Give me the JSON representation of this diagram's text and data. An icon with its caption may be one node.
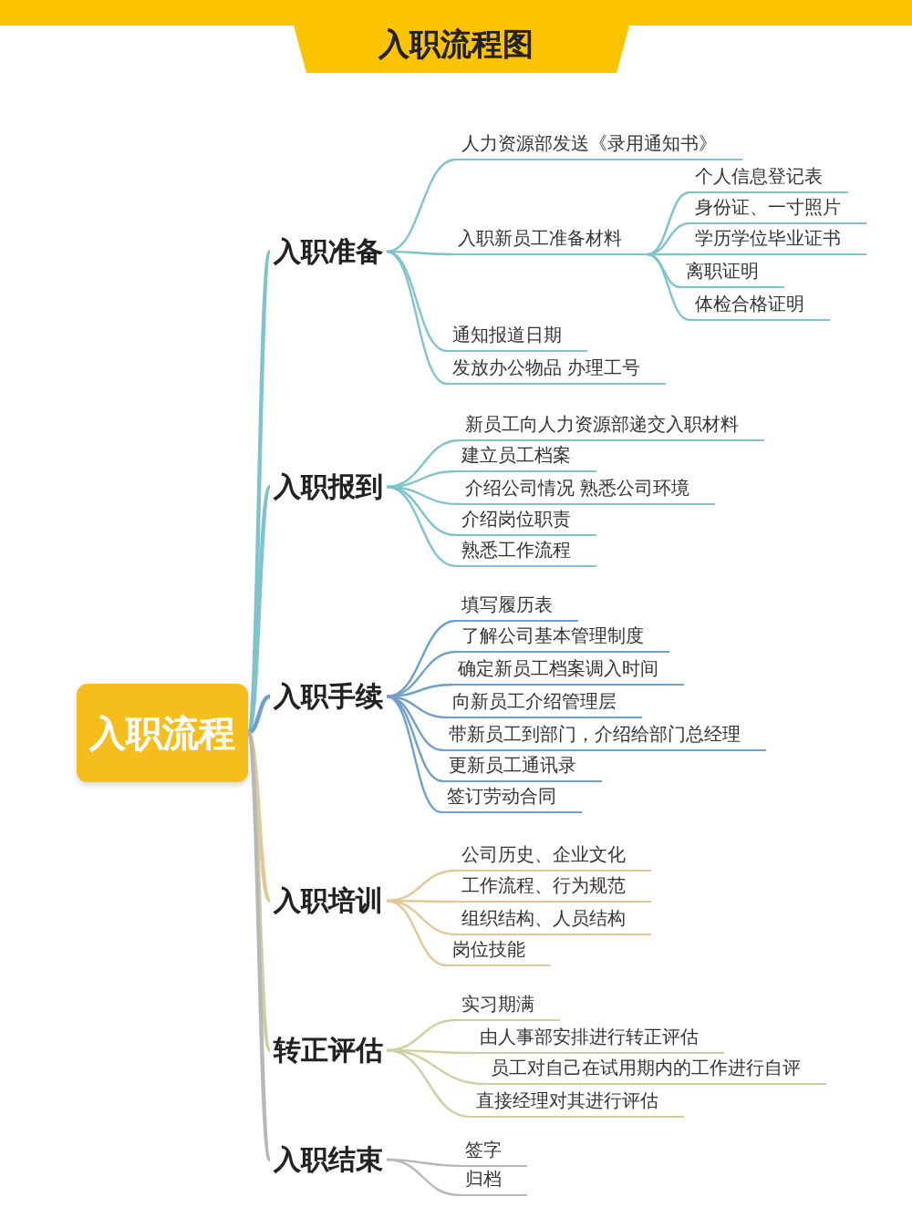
{
  "diagram": {
    "title": "入职流程图",
    "nodes": [
      {
        "text": [
          "入职流程"
        ]
      },
      {
        "text": [
          "入职准备"
        ]
      },
      {
        "text": [
          "人力资源部发送《录用通知书》"
        ]
      },
      {
        "text": [
          "入职新员工准备材料"
        ]
      },
      {
        "text": [
          "个人信息登记表"
        ]
      },
      {
        "text": [
          "身份证、一寸照片"
        ]
      },
      {
        "text": [
          "学历学位毕业证书"
        ]
      },
      {
        "text": [
          "离职证明"
        ]
      },
      {
        "text": [
          "体检合格证明"
        ]
      },
      {
        "text": [
          "通知报道日期"
        ]
      },
      {
        "text": [
          "发放办公物品 办理工号"
        ]
      },
      {
        "text": [
          "入职报到"
        ]
      },
      {
        "text": [
          "新员工向人力资源部递交入职材料"
        ]
      },
      {
        "text": [
          "建立员工档案"
        ]
      },
      {
        "text": [
          "介绍公司情况 熟悉公司环境"
        ]
      },
      {
        "text": [
          "介绍岗位职责"
        ]
      },
      {
        "text": [
          "熟悉工作流程"
        ]
      },
      {
        "text": [
          "入职手续"
        ]
      },
      {
        "text": [
          "填写履历表"
        ]
      },
      {
        "text": [
          "了解公司基本管理制度"
        ]
      },
      {
        "text": [
          "确定新员工档案调入时间"
        ]
      },
      {
        "text": [
          "向新员工介绍管理层"
        ]
      },
      {
        "text": [
          "带新员工到部门，介绍给部门总经理"
        ]
      },
      {
        "text": [
          "更新员工通讯录"
        ]
      },
      {
        "text": [
          "签订劳动合同"
        ]
      },
      {
        "text": [
          "入职培训"
        ]
      },
      {
        "text": [
          "公司历史、企业文化"
        ]
      },
      {
        "text": [
          "工作流程、行为规范"
        ]
      },
      {
        "text": [
          "组织结构、人员结构"
        ]
      },
      {
        "text": [
          "岗位技能"
        ]
      },
      {
        "text": [
          "转正评估"
        ]
      },
      {
        "text": [
          "实习期满"
        ]
      },
      {
        "text": [
          "由人事部安排进行转正评估"
        ]
      },
      {
        "text": [
          "员工对自己在试用期内的工作进行自评"
        ]
      },
      {
        "text": [
          "直接经理对其进行评估"
        ]
      },
      {
        "text": [
          "入职结束"
        ]
      },
      {
        "text": [
          "签字"
        ]
      },
      {
        "text": [
          "归档"
        ]
      }
    ],
    "edges": [
      {
        "from": 0,
        "to": 1,
        "arrow": "none"
      },
      {
        "from": 1,
        "to": 2,
        "arrow": "none"
      },
      {
        "from": 1,
        "to": 3,
        "arrow": "none"
      },
      {
        "from": 3,
        "to": 4,
        "arrow": "none"
      },
      {
        "from": 3,
        "to": 5,
        "arrow": "none"
      },
      {
        "from": 3,
        "to": 6,
        "arrow": "none"
      },
      {
        "from": 3,
        "to": 7,
        "arrow": "none"
      },
      {
        "from": 3,
        "to": 8,
        "arrow": "none"
      },
      {
        "from": 1,
        "to": 9,
        "arrow": "none"
      },
      {
        "from": 1,
        "to": 10,
        "arrow": "none"
      },
      {
        "from": 0,
        "to": 11,
        "arrow": "none"
      },
      {
        "from": 11,
        "to": 12,
        "arrow": "none"
      },
      {
        "from": 11,
        "to": 13,
        "arrow": "none"
      },
      {
        "from": 11,
        "to": 14,
        "arrow": "none"
      },
      {
        "from": 11,
        "to": 15,
        "arrow": "none"
      },
      {
        "from": 11,
        "to": 16,
        "arrow": "none"
      },
      {
        "from": 0,
        "to": 17,
        "arrow": "none",
        "color": "#6f9fcc"
      },
      {
        "from": 17,
        "to": 18,
        "arrow": "none",
        "color": "#6f9fcc"
      },
      {
        "from": 17,
        "to": 19,
        "arrow": "none",
        "color": "#6f9fcc"
      },
      {
        "from": 17,
        "to": 20,
        "arrow": "none",
        "color": "#6f9fcc"
      },
      {
        "from": 17,
        "to": 21,
        "arrow": "none",
        "color": "#6f9fcc"
      },
      {
        "from": 17,
        "to": 22,
        "arrow": "none",
        "color": "#6f9fcc"
      },
      {
        "from": 17,
        "to": 23,
        "arrow": "none",
        "color": "#6f9fcc"
      },
      {
        "from": 17,
        "to": 24,
        "arrow": "none",
        "color": "#6f9fcc"
      },
      {
        "from": 0,
        "to": 25,
        "arrow": "none",
        "color": "#e2c896"
      },
      {
        "from": 25,
        "to": 26,
        "arrow": "none",
        "color": "#e2c896"
      },
      {
        "from": 25,
        "to": 27,
        "arrow": "none",
        "color": "#e2c896"
      },
      {
        "from": 25,
        "to": 28,
        "arrow": "none",
        "color": "#e2c896"
      },
      {
        "from": 25,
        "to": 29,
        "arrow": "none",
        "color": "#e2c896"
      },
      {
        "from": 0,
        "to": 30,
        "arrow": "none",
        "color": "#cfcfa4"
      },
      {
        "from": 30,
        "to": 31,
        "arrow": "none",
        "color": "#cfcfa4"
      },
      {
        "from": 30,
        "to": 32,
        "arrow": "none",
        "color": "#cfcfa4"
      },
      {
        "from": 30,
        "to": 33,
        "arrow": "none",
        "color": "#cfcfa4"
      },
      {
        "from": 30,
        "to": 34,
        "arrow": "none",
        "color": "#cfcfa4"
      },
      {
        "from": 0,
        "to": 35,
        "arrow": "none",
        "color": "#b8b8b8"
      },
      {
        "from": 35,
        "to": 36,
        "arrow": "none",
        "color": "#b8b8b8"
      },
      {
        "from": 35,
        "to": 37,
        "arrow": "none",
        "color": "#b8b8b8"
      }
    ]
  }
}
